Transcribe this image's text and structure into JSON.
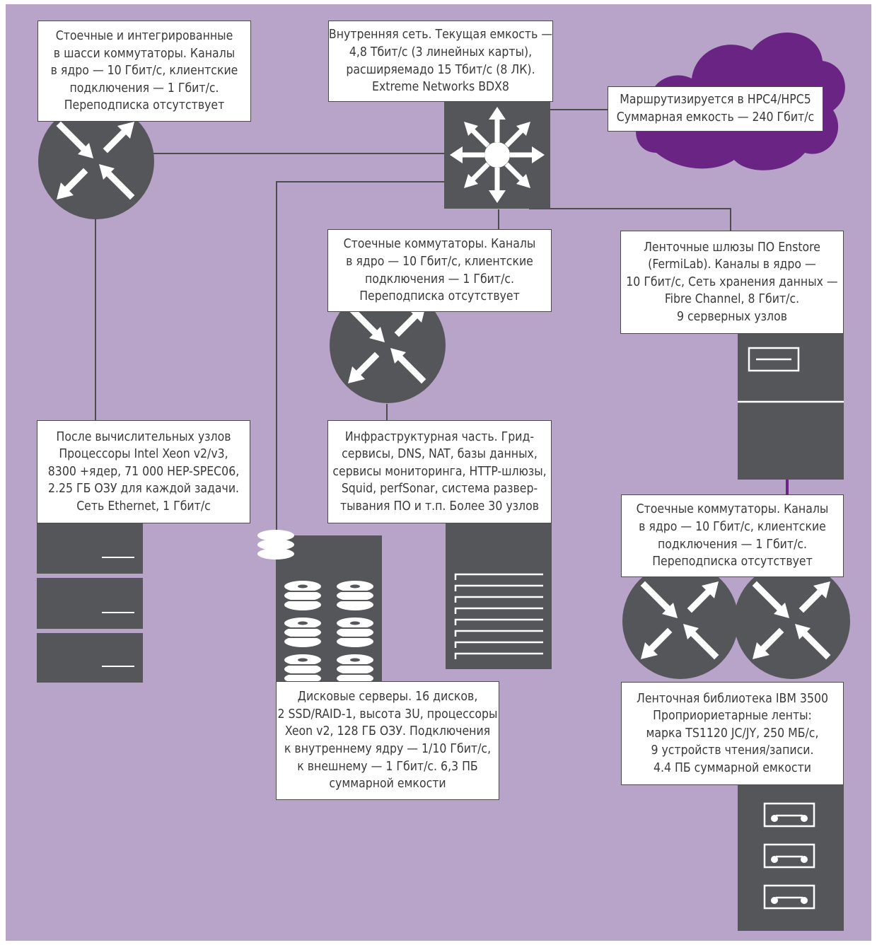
{
  "colors": {
    "background": "#b8a4c9",
    "device": "#55565a",
    "cloud": "#6a2584",
    "link_accent": "#6a2584",
    "box_fill": "#ffffff"
  },
  "boxes": {
    "integrated_switches": [
      "Стоечные и интегрированные",
      "в шасси коммутаторы. Каналы",
      "в ядро — 10 Гбит/с, клиентские",
      "подключения — 1 Гбит/с.",
      "Переподписка отсутствует"
    ],
    "core_network": [
      "Внутренняя сеть. Текущая емкость —",
      "4,8 Тбит/с (3 линейных карты),",
      "расширяемадо 15 Тбит/с (8 ЛК).",
      "Extreme Networks BDX8"
    ],
    "routed": [
      "Маршрутизируется в HPC4/HPC5",
      "Суммарная емкость — 240 Гбит/с"
    ],
    "rack_switches_mid": [
      "Стоечные коммутаторы. Каналы",
      "в ядро — 10 Гбит/с, клиентские",
      "подключения — 1 Гбит/с.",
      "Переподписка отсутствует"
    ],
    "tape_gateways": [
      "Ленточные шлюзы ПО Enstore",
      "(FermiLab). Каналы в ядро —",
      "10 Гбит/с, Сеть хранения данных —",
      "Fibre Channel, 8 Гбит/с.",
      "9 серверных узлов"
    ],
    "compute_nodes": [
      "После вычислительных узлов",
      "Процессоры Intel Xeon v2/v3,",
      "8300 +ядер, 71 000 HEP-SPEC06,",
      "2.25 ГБ ОЗУ для каждой задачи.",
      "Сеть Ethernet, 1 Гбит/с"
    ],
    "infrastructure": [
      "Инфраструктурная часть. Грид-",
      "сервисы, DNS, NAT, базы данных,",
      "сервисы мониторинга, HTTP-шлюзы,",
      "Squid, perfSonar, система развер-",
      "тывания ПО и т.п. Более 30 узлов"
    ],
    "rack_switches_right": [
      "Стоечные коммутаторы. Каналы",
      "в ядро — 10 Гбит/с, клиентские",
      "подключения — 1 Гбит/с.",
      "Переподписка отсутствует"
    ],
    "disk_servers": [
      "Дисковые серверы. 16 дисков,",
      "2 SSD/RAID-1, высота 3U, процессоры",
      "Xeon v2, 128 ГБ ОЗУ. Подключения",
      "к внутреннему ядру — 1/10 Гбит/с,",
      "к внешнему  — 1 Гбит/с. 6,3 ПБ",
      "суммарной емкости"
    ],
    "tape_library": [
      "Ленточная библиотека IBM 3500",
      "Проприориетарные ленты:",
      "марка TS1120 JC/JY, 250 МБ/с,",
      "9 устройств чтения/записи.",
      "4.4 ПБ суммарной емкости"
    ]
  },
  "icons": {
    "router": "router-icon",
    "core_switch": "core-switch-icon",
    "cloud": "cloud-icon",
    "server": "server-icon",
    "disk": "disk-stack-icon",
    "tape": "tape-cartridge-icon"
  }
}
